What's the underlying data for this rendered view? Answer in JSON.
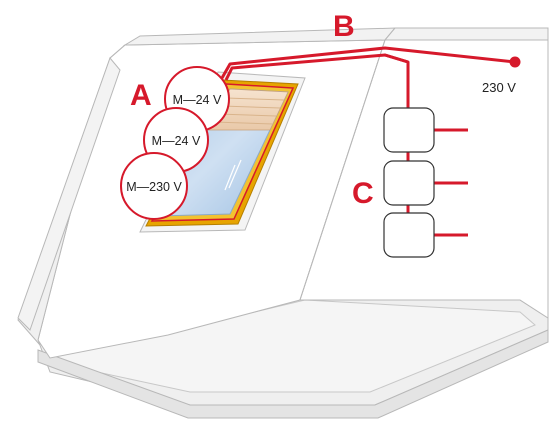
{
  "colors": {
    "wire": "#d6192b",
    "wall_stroke": "#b5b5b5",
    "floor_fill": "#eeeeee",
    "frame_gold": "#e7a400",
    "glass": "#b9d3ec",
    "blind": "#f2d9c2"
  },
  "labels": {
    "section_a": "A",
    "section_b": "B",
    "section_c": "C",
    "supply_voltage": "230 V"
  },
  "motors": [
    {
      "label": "M—24 V"
    },
    {
      "label": "M—24 V"
    },
    {
      "label": "M—230 V"
    }
  ],
  "switch_boxes": [
    {
      "icon": "switch-box"
    },
    {
      "icon": "switch-box"
    },
    {
      "icon": "switch-box"
    }
  ]
}
